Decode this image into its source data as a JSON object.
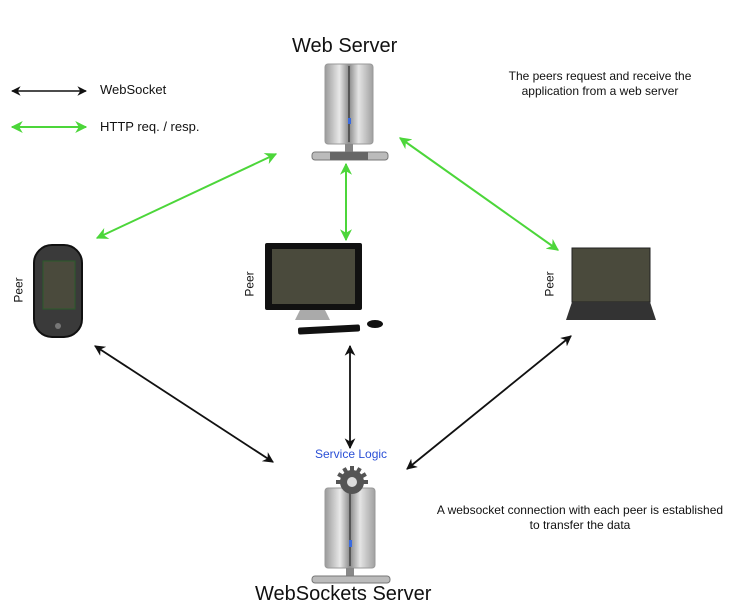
{
  "titles": {
    "web_server": "Web Server",
    "websockets_server": "WebSockets Server",
    "service_logic": "Service Logic"
  },
  "legend": {
    "items": [
      {
        "label": "WebSocket",
        "color": "#111111"
      },
      {
        "label": "HTTP req. /  resp.",
        "color": "#4cd63a"
      }
    ]
  },
  "notes": {
    "top_line1": "The peers request and receive the",
    "top_line2": "application from a web server",
    "bottom_line1": "A websocket connection with each peer is established",
    "bottom_line2": "to transfer the data"
  },
  "peers": [
    {
      "label": "Peer",
      "device": "phone"
    },
    {
      "label": "Peer",
      "device": "desktop"
    },
    {
      "label": "Peer",
      "device": "laptop"
    }
  ],
  "colors": {
    "http": "#4cd63a",
    "websocket": "#111111",
    "service_logic": "#2a4fd6"
  }
}
